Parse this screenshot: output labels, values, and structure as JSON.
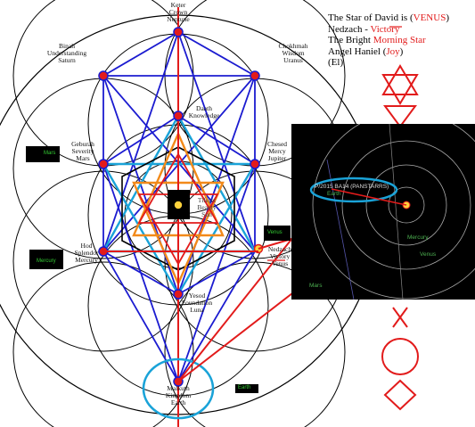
{
  "legend": {
    "line1_a": "The Star of David ",
    "line1_b": "is",
    "line1_c": " (",
    "line1_d": "VENUS",
    "line1_e": ")",
    "line2_a": "Nedzach - ",
    "line2_b": "Victory",
    "line3_a": "The Bright ",
    "line3_b": "Morning Star",
    "line4_a": "Angel Haniel (",
    "line4_b": "Joy",
    "line4_c": ")",
    "line5": "(El)"
  },
  "sephiroth": {
    "keter": "Keter\nCrown\nNeptune",
    "binah": "Binah\nUnderstanding\nSaturn",
    "chokhmah": "Chokhmah\nWisdom\nUranus",
    "daath": "Daath\nKnowledge",
    "geburah": "Geburah\nSeverity\nMars",
    "chesed": "Chesed\nMercy\nJupiter",
    "tifereth": "Tiferet\nBeauty\nSun",
    "hod": "Hod\nSplendor\nMercury",
    "nedzach": "Nedzach\nVictory\nVenus",
    "yesod": "Yesod\nFoundation\nLuna",
    "malkuth": "Malkuth\nKingdom\nEarth"
  },
  "mini_labels": {
    "mars": "Mars",
    "mercury": "Mercury",
    "venus": "Venus",
    "earth": "Earth"
  },
  "photo": {
    "comet_label": "P/2015 BA14 (PANSTARRS)",
    "earth": "Earth",
    "mercury": "Mercury",
    "venus": "Venus",
    "mars": "Mars"
  },
  "colors": {
    "red": "#e21b1b",
    "blue": "#1b1bd0",
    "cyan": "#1aa3d8",
    "orange": "#f28a1a"
  }
}
